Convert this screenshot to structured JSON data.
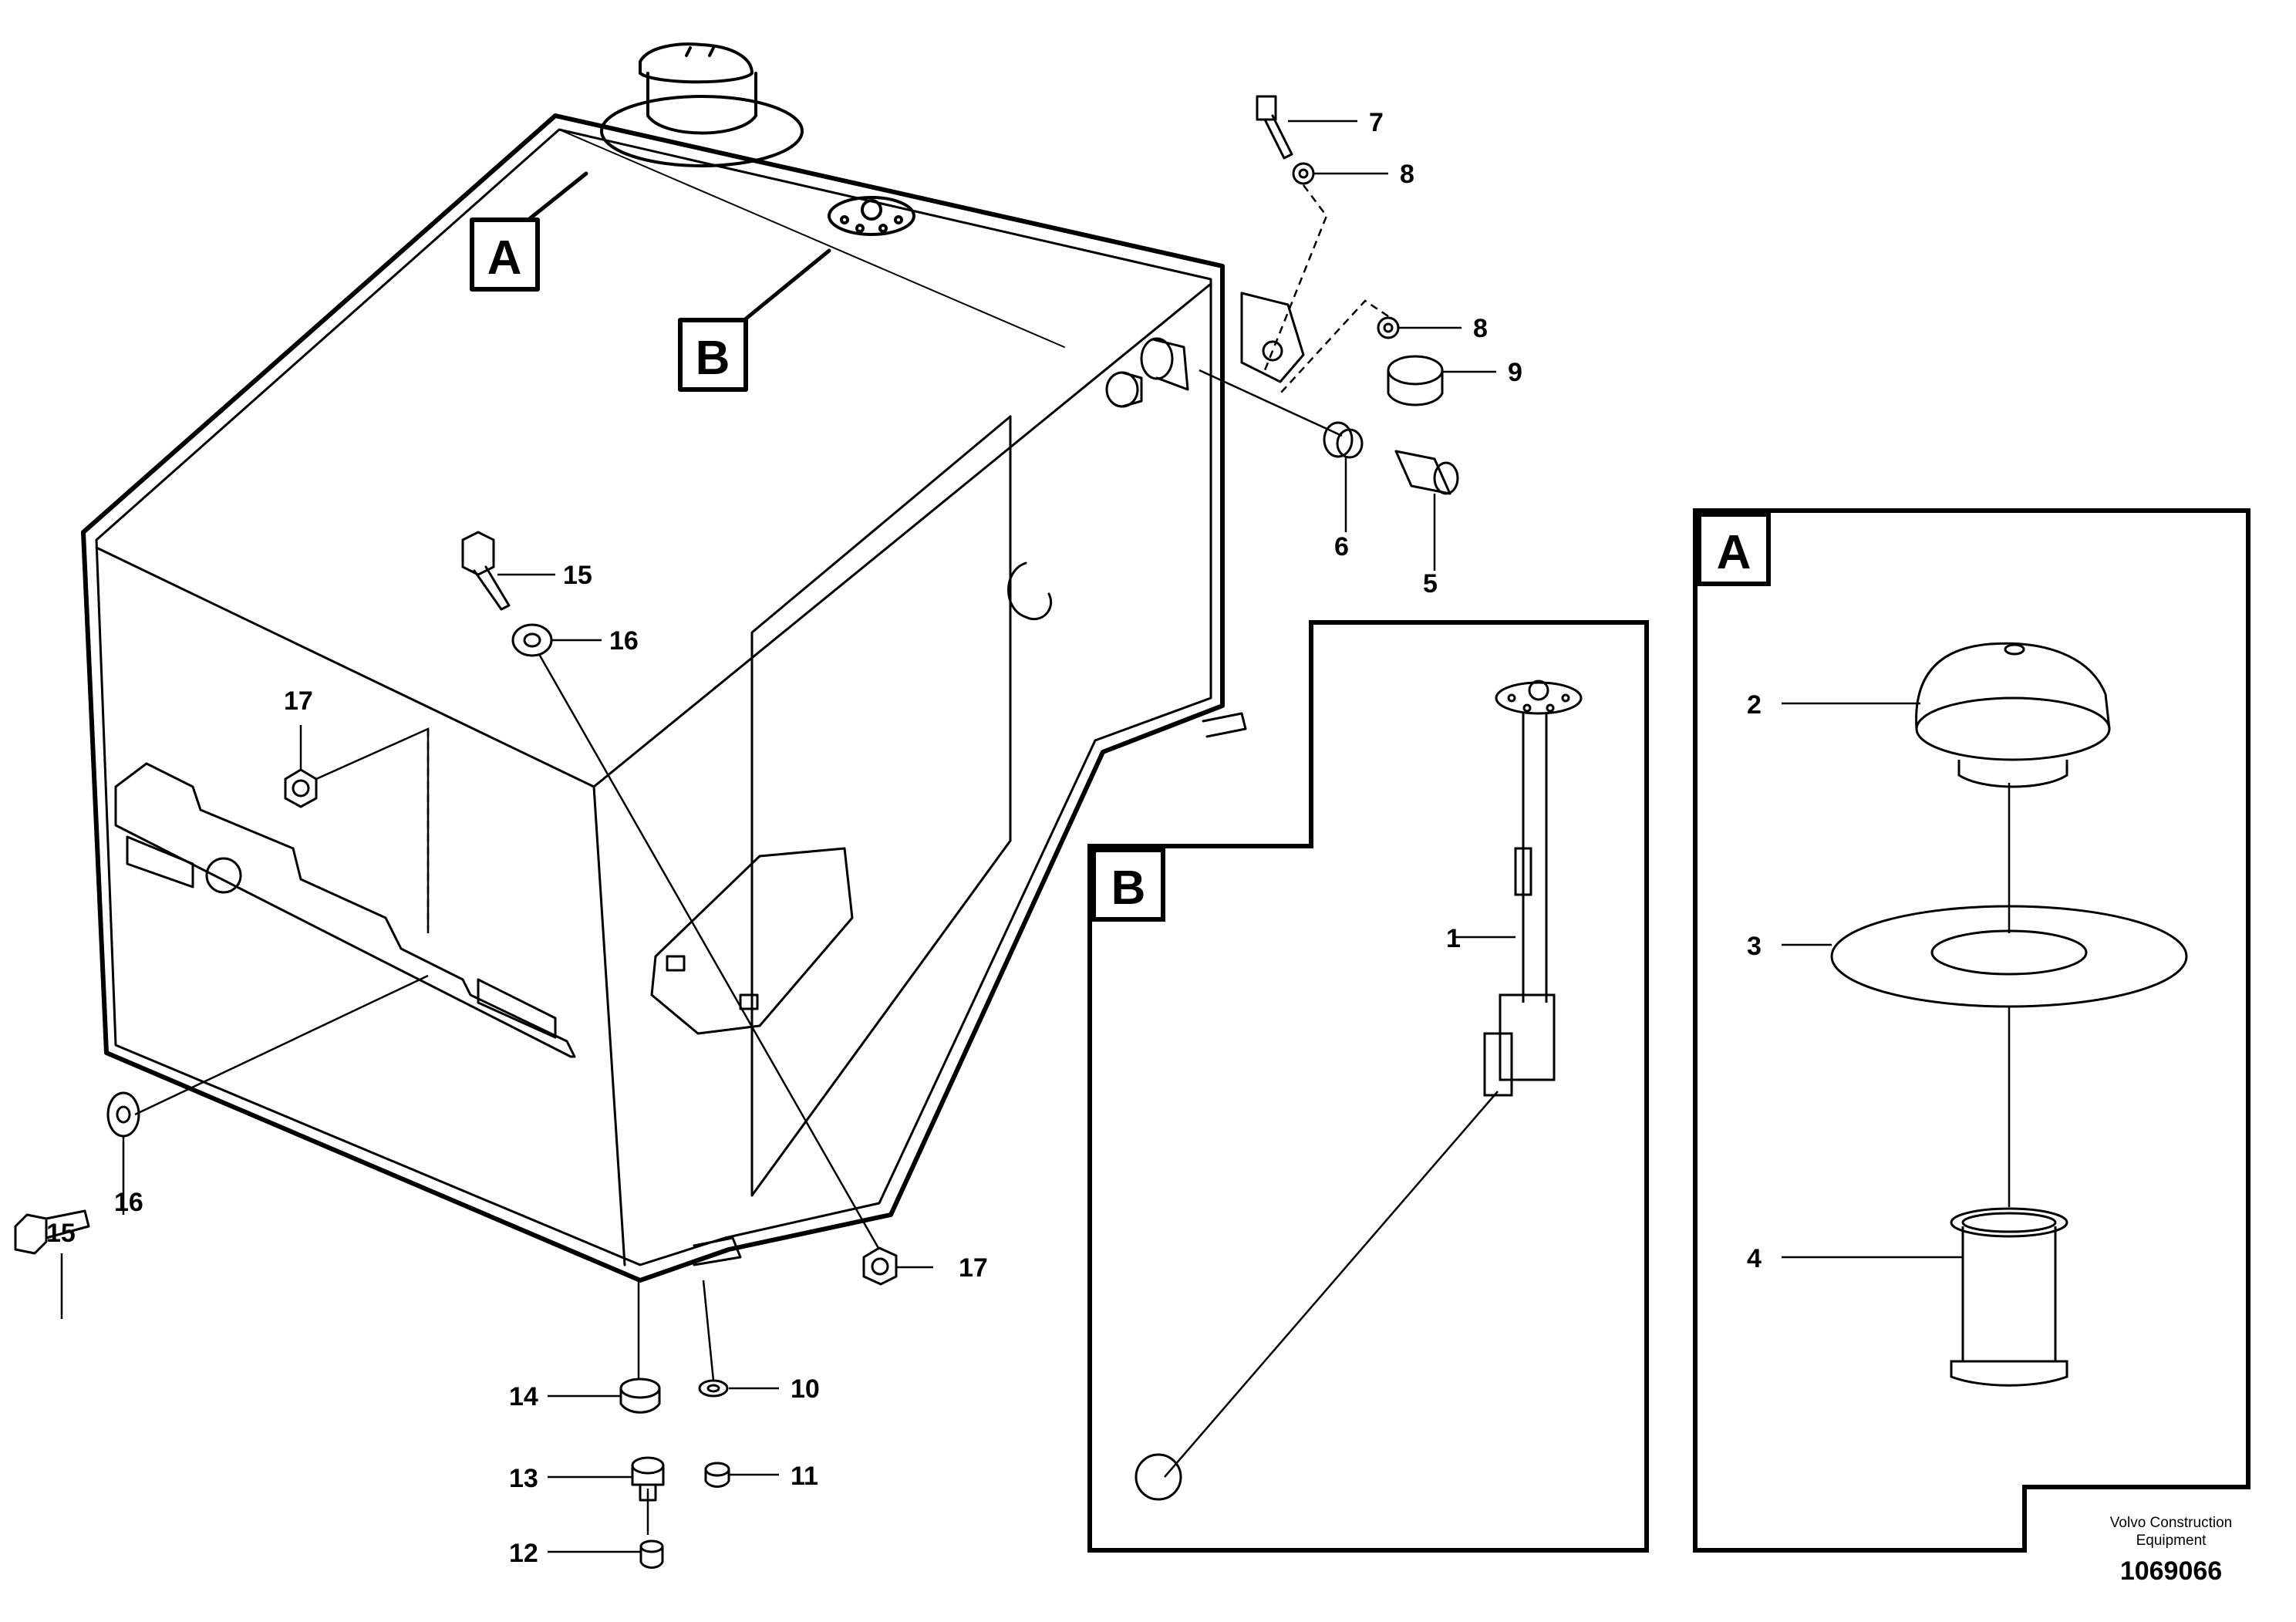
{
  "diagram": {
    "views": [
      "A",
      "B"
    ],
    "callouts": {
      "a": "A",
      "b": "B"
    },
    "part_numbers": [
      "1",
      "2",
      "3",
      "4",
      "5",
      "6",
      "7",
      "8",
      "8",
      "9",
      "10",
      "11",
      "12",
      "13",
      "14",
      "15",
      "15",
      "16",
      "16",
      "17",
      "17"
    ],
    "credit_line_1": "Volvo Construction",
    "credit_line_2": "Equipment",
    "document_number": "1069066"
  }
}
